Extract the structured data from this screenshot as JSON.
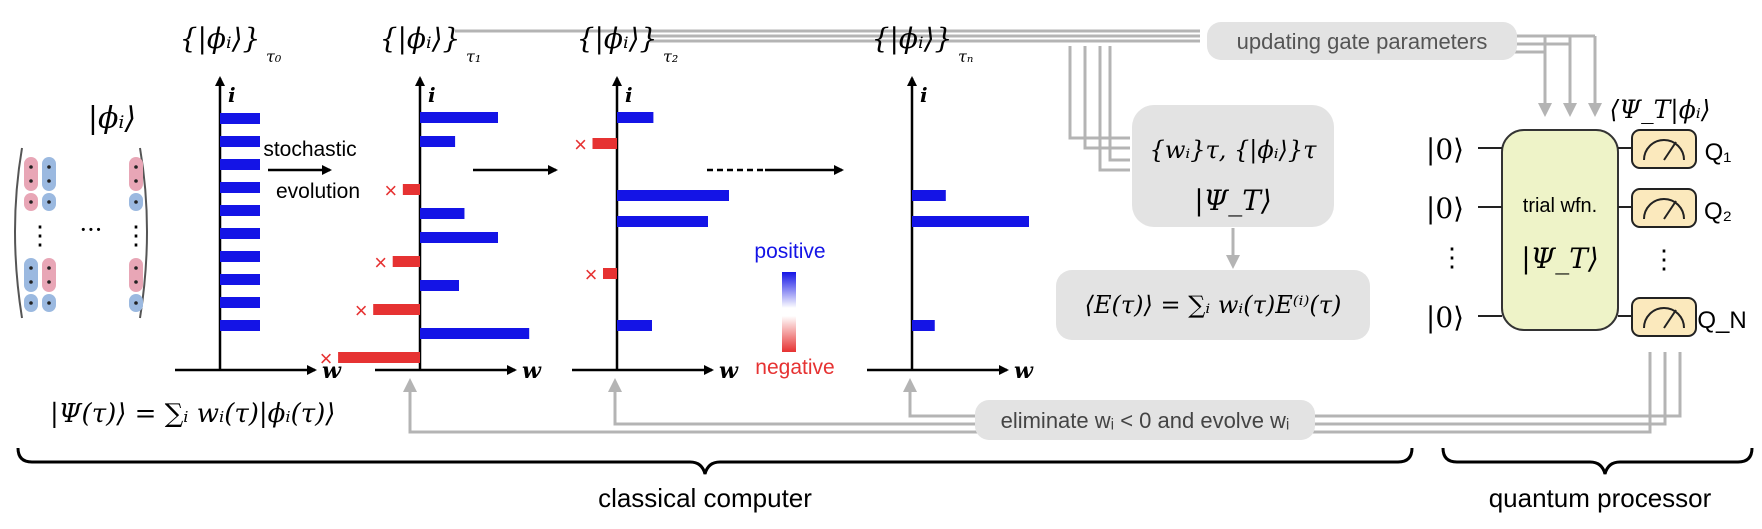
{
  "colors": {
    "positive": "#1414e6",
    "negative": "#e63232",
    "arrow_gray": "#b4b4b4",
    "box_gray": "#e3e3e3",
    "trial_box": "#eef3c8",
    "meter_box": "#fbe9bd"
  },
  "icons": [
    "cross-mark-icon",
    "meter-icon",
    "brace-icon",
    "arrow-icon"
  ],
  "left": {
    "basis_label": "|ϕᵢ⟩",
    "ellipsis": "···",
    "vdots": "⋮",
    "wavefunction": "|Ψ(τ)⟩ = ∑ᵢ wᵢ(τ)|ϕᵢ(τ)⟩"
  },
  "panels": [
    {
      "label": "{|ϕᵢ⟩}",
      "subscript": "τ₀",
      "i_label": "i",
      "w_label": "w",
      "weights": [
        1,
        1,
        1,
        1,
        1,
        1,
        1,
        1,
        1,
        1
      ]
    },
    {
      "label": "{|ϕᵢ⟩}",
      "subscript": "τ₁",
      "i_label": "i",
      "w_label": "w",
      "weights": [
        1,
        0.45,
        0,
        -0.22,
        0.57,
        1,
        -0.35,
        0.5,
        -0.6,
        1.4,
        -1.05
      ]
    },
    {
      "label": "{|ϕᵢ⟩}",
      "subscript": "τ₂",
      "i_label": "i",
      "w_label": "w",
      "weights": [
        0.52,
        -0.35,
        0,
        1.6,
        1.3,
        0,
        -0.2,
        0,
        0.5
      ]
    },
    {
      "label": "{|ϕᵢ⟩}",
      "subscript": "τₙ",
      "i_label": "i",
      "w_label": "w",
      "weights": [
        0.52,
        1.8,
        0.35
      ]
    }
  ],
  "evolution_label_line1": "stochastic",
  "evolution_label_line2": "evolution",
  "legend": {
    "positive": "positive",
    "negative": "negative"
  },
  "update_label": "updating gate parameters",
  "eliminate_label": "eliminate wᵢ < 0 and evolve wᵢ",
  "state_box": {
    "line1": "{wᵢ}τ, {|ϕᵢ⟩}τ",
    "line2": "|Ψ_T⟩"
  },
  "energy_box": "⟨E(τ)⟩ = ∑ᵢ wᵢ(τ)E⁽ⁱ⁾(τ)",
  "quantum": {
    "overlap_label": "⟨Ψ_T|ϕᵢ⟩",
    "ket_zero": "|0⟩",
    "vdots": "⋮",
    "trial_line1": "trial wfn.",
    "trial_line2": "|Ψ_T⟩",
    "qubits": [
      "Q₁",
      "Q₂",
      "Q_N"
    ]
  },
  "braces": {
    "classical": "classical computer",
    "quantum": "quantum processor"
  }
}
